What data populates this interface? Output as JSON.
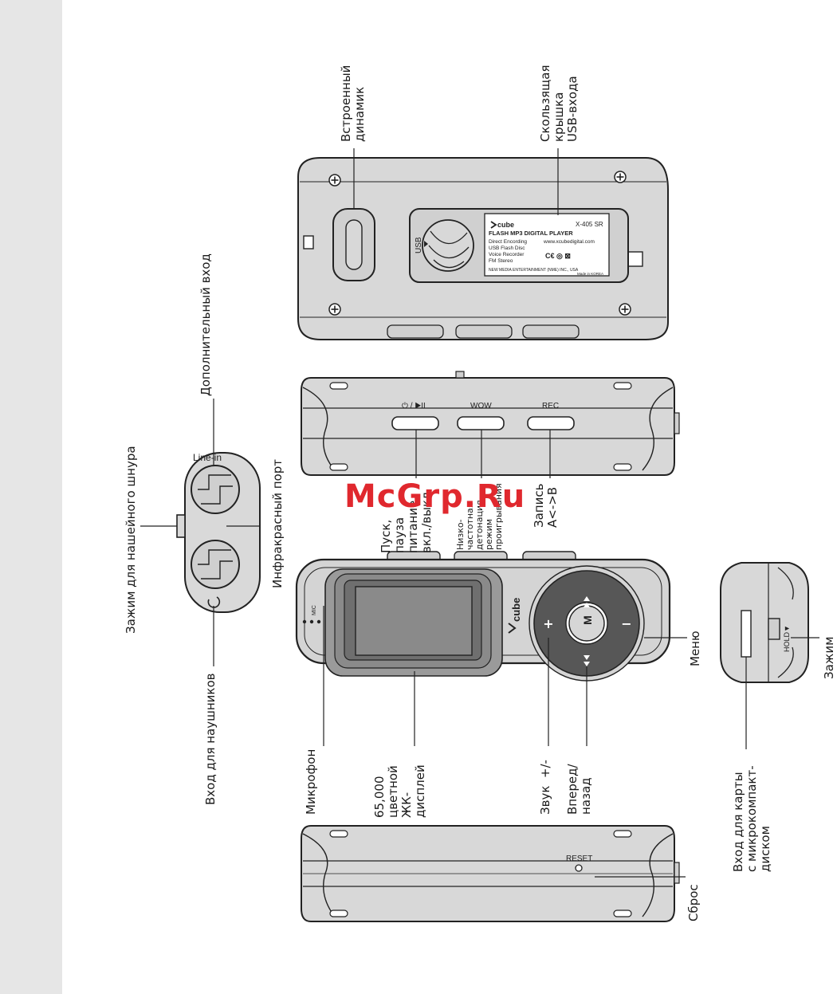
{
  "labels": {
    "neck_clip": "Зажим для нашейного шнура",
    "headphone_jack": "Вход для наушников",
    "line_in_jack": "Дополнительный вход",
    "ir_port": "Инфракрасный порт",
    "speaker": "Встроенный\nдинамик",
    "usb_cover": "Скользящая\nкрышка\nUSB-входа",
    "play_power": "Пуск,\nпауза\nпитание\nвкл./выкл",
    "wow_mode": "Низко-\nчастотная\nдетонация\nрежим\nпроигрывания",
    "record": "Запись\nA<->B",
    "microphone": "Микрофон",
    "display": "65,000\nцветной\nЖК-\nдисплей",
    "volume": "Звук  +/-",
    "forward_back": "Вперед/\nназад",
    "menu": "Меню",
    "card_slot": "Вход для карты\nс микрокомпакт-\nдиском",
    "clip": "Зажим",
    "reset_label": "Сброс"
  },
  "device_text": {
    "line_in": "Line-in",
    "usb": "USB",
    "play_btn": "⏻ / ▶II",
    "wow_btn": "WOW",
    "rec_btn": "REC",
    "mic": "MIC",
    "brand": "cube",
    "m_btn": "M",
    "plus": "+",
    "minus": "−",
    "hold": "HOLD▼",
    "reset": "RESET"
  },
  "back_label": {
    "brand": "cube",
    "model": "X-405 SR",
    "title": "FLASH MP3 DIGITAL PLAYER",
    "feature1": "Direct Encording",
    "feature2": "USB Flash Disc",
    "feature3": "Voice Recorder",
    "feature4": "FM Stereo",
    "website": "www.xcubedigital.com",
    "company": "NEW MEDIA ENTERTAINMENT (NME) INC., USA",
    "made_in": "Made in KOREA"
  },
  "watermark": "McGrp.Ru",
  "colors": {
    "watermark": "#e0282e",
    "strip": "#e6e6e6",
    "body": "#d4d4d4",
    "screen": "#8a8a8a",
    "wheel": "#575757"
  }
}
